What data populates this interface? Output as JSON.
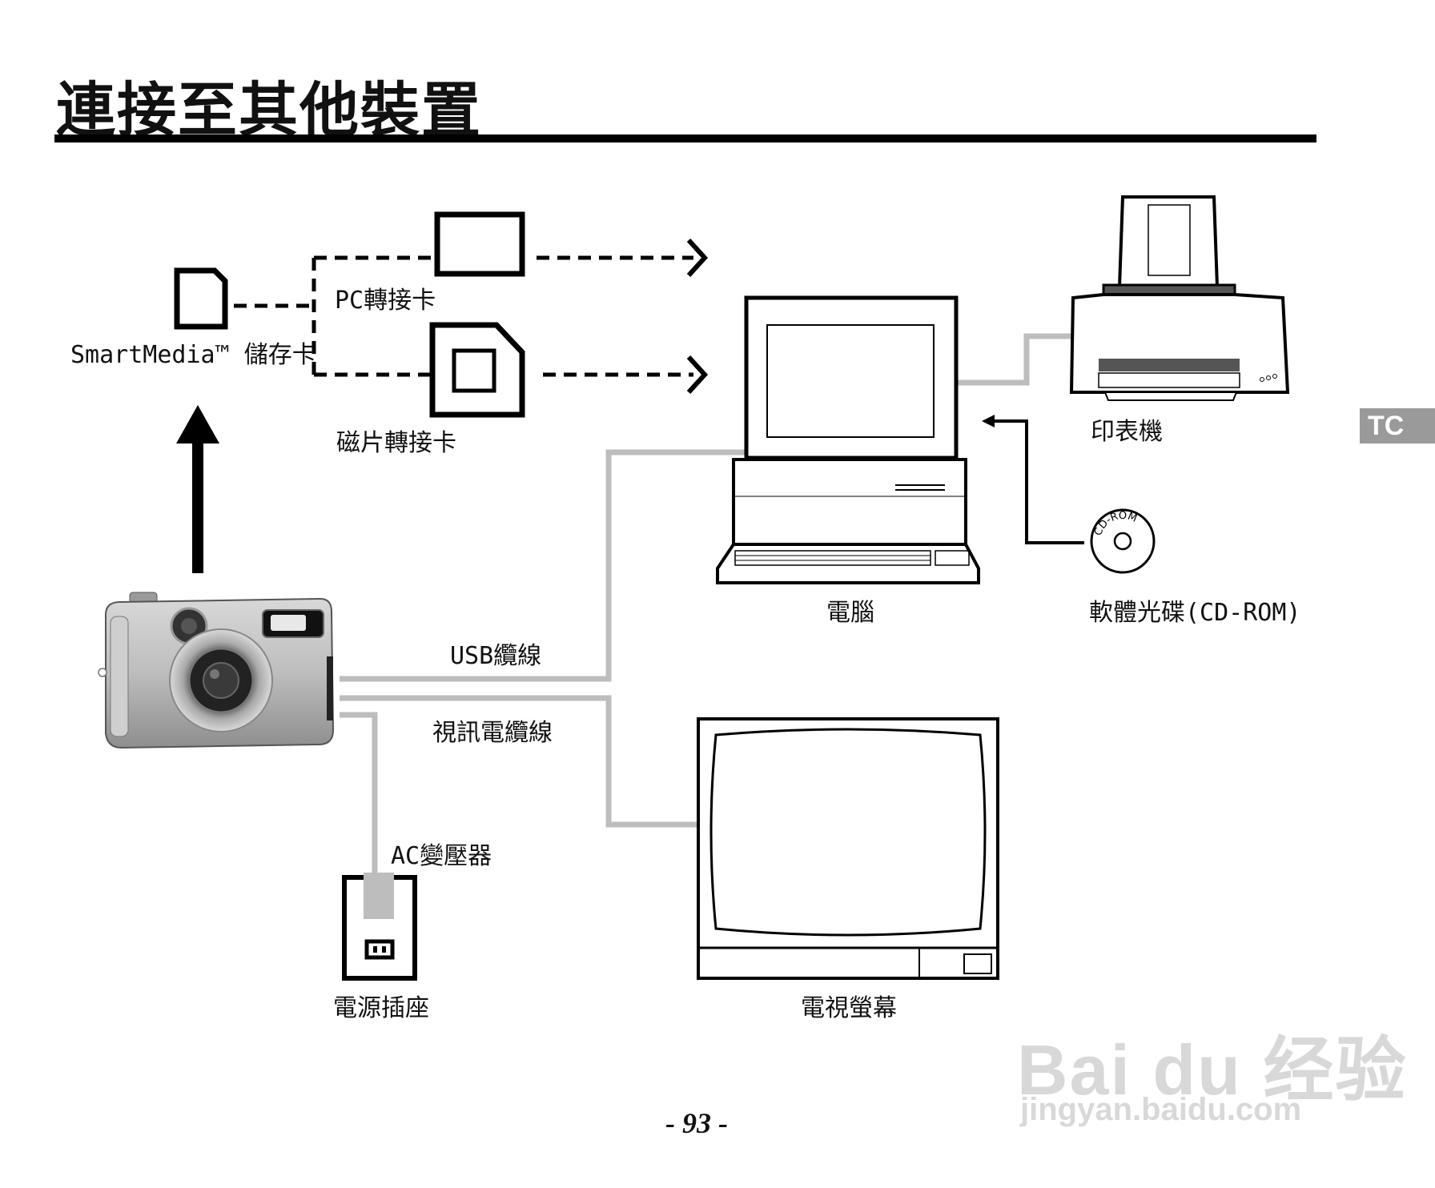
{
  "title": "連接至其他裝置",
  "language_tab": "TC",
  "labels": {
    "smartmedia": "SmartMedia™ 儲存卡",
    "pc_adapter": "PC轉接卡",
    "floppy_adapter": "磁片轉接卡",
    "printer": "印表機",
    "computer": "電腦",
    "cdrom": "軟體光碟(CD-ROM)",
    "cdrom_disc": "CD-ROM",
    "usb_cable": "USB纜線",
    "video_cable": "視訊電纜線",
    "ac_adapter": "AC變壓器",
    "power_outlet": "電源插座",
    "tv_monitor": "電視螢幕"
  },
  "page_number": "- 93 -",
  "watermark": {
    "brand": "Bai du 经验",
    "url": "jingyan.baidu.com"
  }
}
